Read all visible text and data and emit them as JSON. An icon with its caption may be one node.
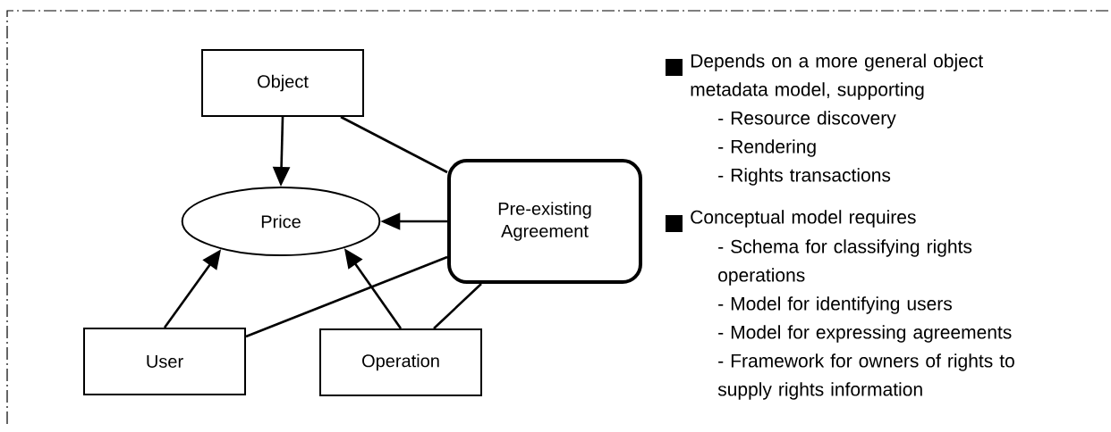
{
  "diagram": {
    "nodes": [
      {
        "text": [
          "Object"
        ]
      },
      {
        "text": [
          "Price"
        ]
      },
      {
        "text": [
          "Pre-existing Agreement"
        ]
      },
      {
        "text": [
          "User"
        ]
      },
      {
        "text": [
          "Operation"
        ]
      }
    ],
    "edges": [
      {
        "from": 0,
        "to": 1,
        "arrow": "to"
      },
      {
        "from": 0,
        "to": 2,
        "arrow": "none"
      },
      {
        "from": 2,
        "to": 1,
        "arrow": "to"
      },
      {
        "from": 3,
        "to": 1,
        "arrow": "to"
      },
      {
        "from": 4,
        "to": 1,
        "arrow": "to"
      },
      {
        "from": 3,
        "to": 2,
        "arrow": "none"
      },
      {
        "from": 4,
        "to": 2,
        "arrow": "none"
      }
    ],
    "labels": [
      "Depends on a more general object metadata model, supporting",
      "- Resource discovery",
      "- Rendering",
      "- Rights transactions",
      "Conceptual model requires",
      "- Schema for classifying rights operations",
      "- Model for identifying users",
      "- Model for expressing agreements",
      "- Framework for owners of rights to supply rights information"
    ]
  }
}
